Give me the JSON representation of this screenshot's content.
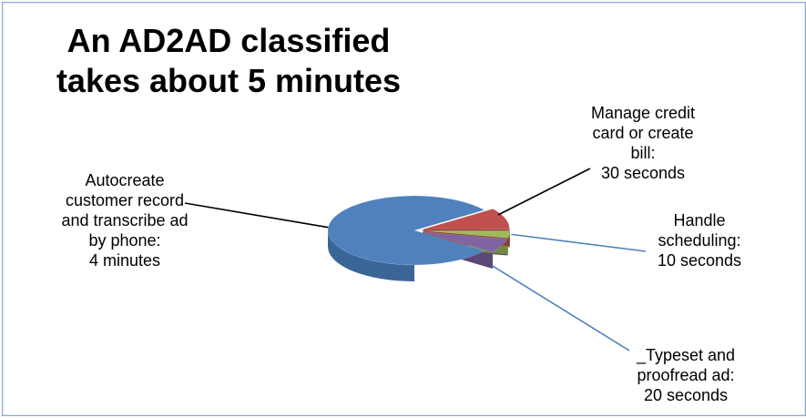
{
  "chart_data": {
    "type": "pie",
    "title_lines": [
      "An AD2AD classified",
      "takes about 5 minutes"
    ],
    "slices": [
      {
        "name_lines": [
          "Autocreate",
          "customer record",
          "and transcribe ad",
          "by phone:"
        ],
        "value_label": "4 minutes",
        "seconds": 240,
        "color": "#4f81bd",
        "side": "#3a6597"
      },
      {
        "name_lines": [
          "Manage credit",
          "card or create",
          "bill:"
        ],
        "value_label": "30 seconds",
        "seconds": 30,
        "color": "#c0504d",
        "side": "#8f3a38"
      },
      {
        "name_lines": [
          "Handle",
          "scheduling:"
        ],
        "value_label": "10 seconds",
        "seconds": 10,
        "color": "#9bbb59",
        "side": "#718a40"
      },
      {
        "name_lines": [
          "_Typeset and",
          "proofread ad:"
        ],
        "value_label": "20 seconds",
        "seconds": 20,
        "color": "#8064a2",
        "side": "#5c4877"
      }
    ],
    "leader_colors": [
      "#000000",
      "#000000",
      "#4f81bd",
      "#4f81bd"
    ]
  }
}
